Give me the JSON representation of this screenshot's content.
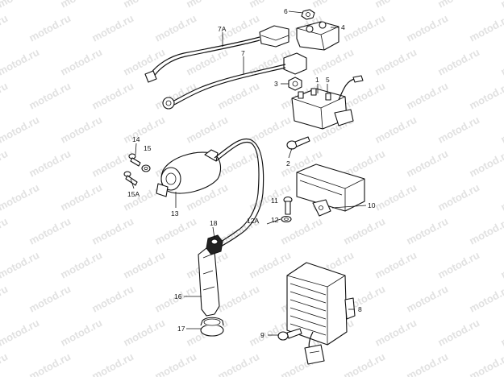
{
  "watermark": {
    "text": "motod.ru"
  },
  "labels": {
    "l1": "1",
    "l2": "2",
    "l3": "3",
    "l4": "4",
    "l5": "5",
    "l6": "6",
    "l7": "7",
    "l7a": "7A",
    "l8": "8",
    "l9": "9",
    "l10": "10",
    "l11": "11",
    "l12": "12",
    "l12a": "12A",
    "l13": "13",
    "l14": "14",
    "l15": "15",
    "l15a": "15A",
    "l16": "16",
    "l17": "17",
    "l18": "18"
  }
}
